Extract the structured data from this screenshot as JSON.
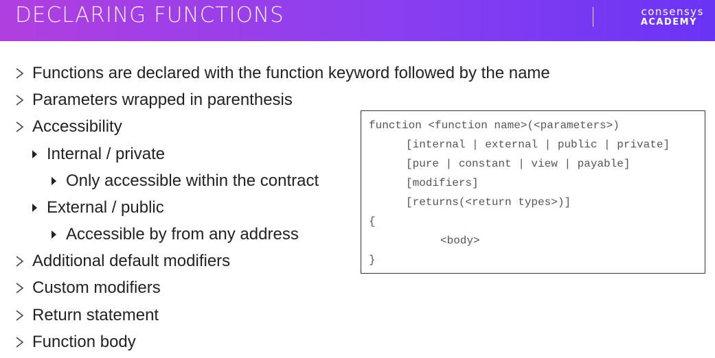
{
  "header": {
    "title": "DECLARING FUNCTIONS",
    "logo_top": "consensys",
    "logo_bottom": "ACADEMY",
    "gradient_start": "#b13fe0",
    "gradient_end": "#6a34f5"
  },
  "bullets": [
    {
      "level": 1,
      "icon": "chevron-right-icon",
      "text": "Functions are declared with the function keyword followed by the name"
    },
    {
      "level": 1,
      "icon": "chevron-right-icon",
      "text": "Parameters wrapped in parenthesis"
    },
    {
      "level": 1,
      "icon": "chevron-right-icon",
      "text": "Accessibility"
    },
    {
      "level": 2,
      "icon": "triangle-right-icon",
      "text": "Internal / private"
    },
    {
      "level": 3,
      "icon": "triangle-right-icon",
      "text": "Only accessible within the contract"
    },
    {
      "level": 2,
      "icon": "triangle-right-icon",
      "text": "External / public"
    },
    {
      "level": 3,
      "icon": "triangle-right-icon",
      "text": "Accessible by from any address"
    },
    {
      "level": 1,
      "icon": "chevron-right-icon",
      "text": "Additional default modifiers"
    },
    {
      "level": 1,
      "icon": "chevron-right-icon",
      "text": "Custom modifiers"
    },
    {
      "level": 1,
      "icon": "chevron-right-icon",
      "text": "Return statement"
    },
    {
      "level": 1,
      "icon": "chevron-right-icon",
      "text": "Function body"
    }
  ],
  "code": {
    "lines": [
      "function <function name>(<parameters>)",
      "[internal | external | public | private]",
      "[pure | constant | view | payable]",
      "[modifiers]",
      "[returns(<return types>)]",
      "{",
      "<body>",
      "}"
    ]
  }
}
